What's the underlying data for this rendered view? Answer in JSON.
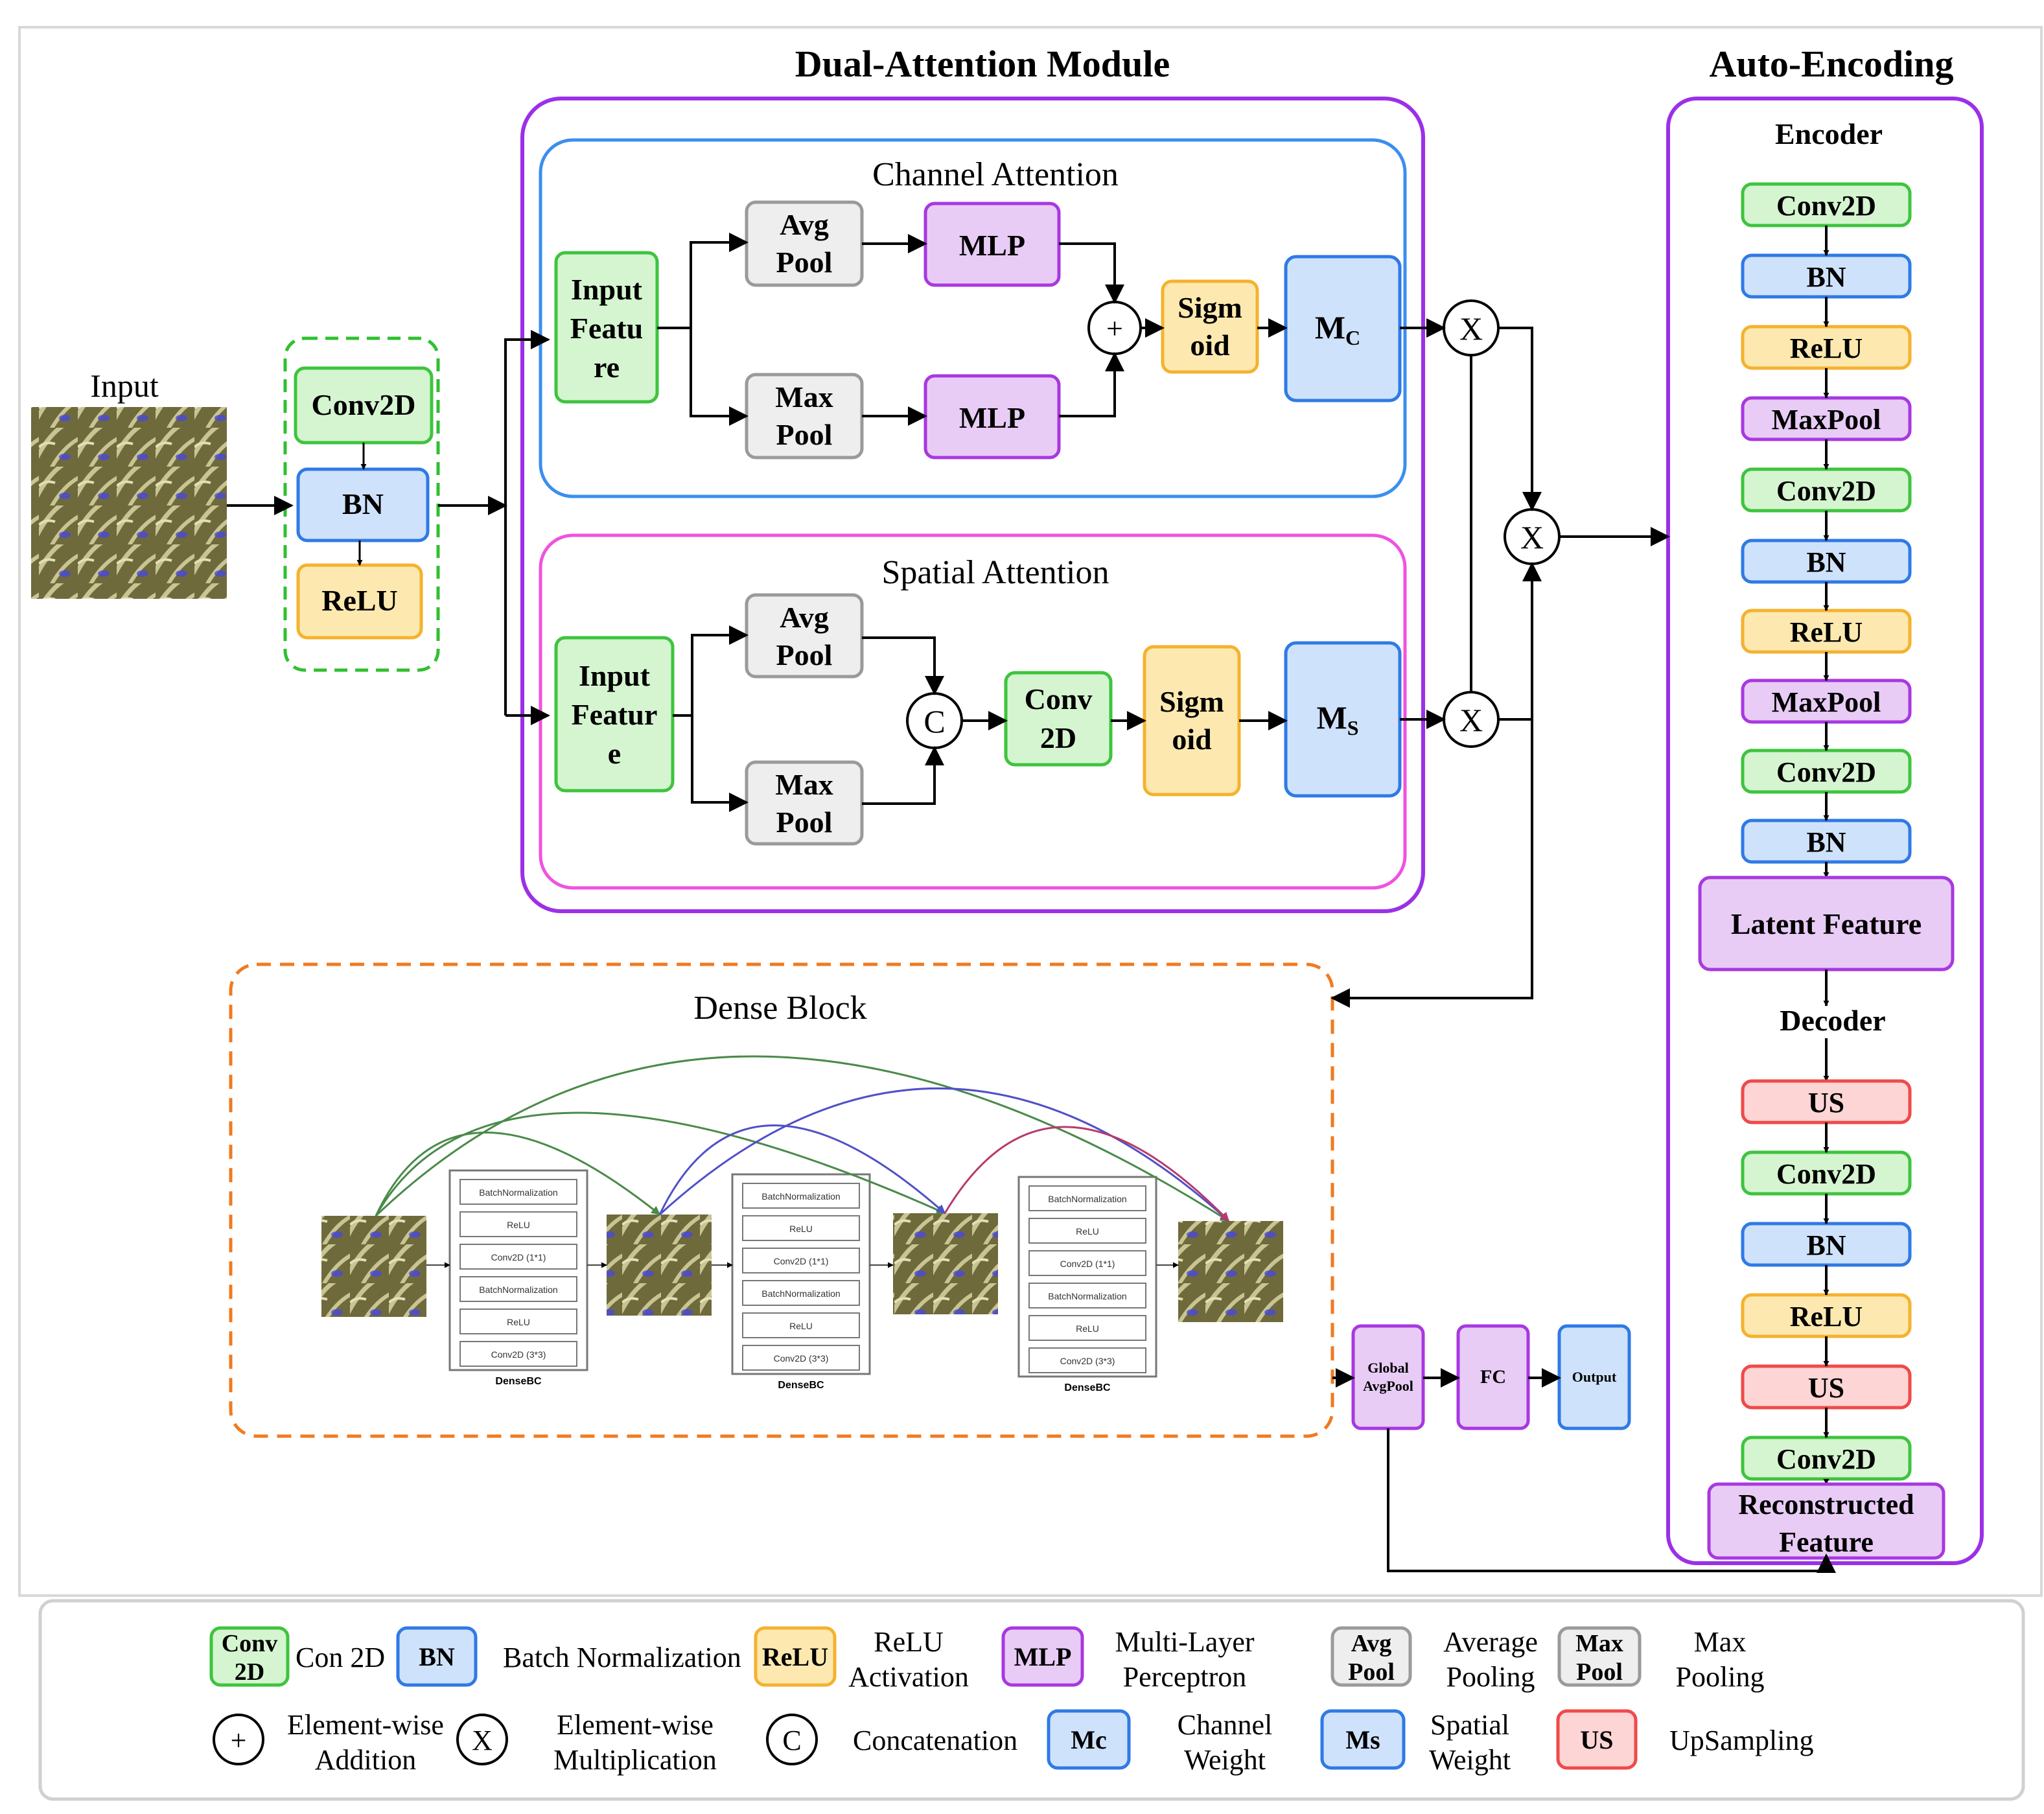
{
  "colors": {
    "green_fill": "#d5f5d0",
    "green_stroke": "#3ec43e",
    "blue_fill": "#cfe2fb",
    "blue_stroke": "#2f7ae5",
    "yellow_fill": "#fde9b0",
    "yellow_stroke": "#f5b22f",
    "purple_fill": "#e8ccf5",
    "purple_stroke": "#a838e0",
    "gray_fill": "#eeeeee",
    "gray_stroke": "#9a9a9a",
    "red_fill": "#fdd5d5",
    "red_stroke": "#ef4a4a",
    "dual_attention_stroke": "#9b30e8",
    "channel_stroke": "#3a8ef0",
    "spatial_stroke": "#f052e0",
    "autoenc_stroke": "#9b30e8",
    "dense_stroke": "#f07a20",
    "stem_stroke": "#30c030",
    "texture_a": "#6f6a3c",
    "texture_b": "#c9c592",
    "texture_c": "#4a4ad8"
  },
  "titles": {
    "dual_attention": "Dual-Attention Module",
    "auto_encoding": "Auto-Encoding",
    "channel_attention": "Channel Attention",
    "spatial_attention": "Spatial Attention",
    "dense_block": "Dense Block",
    "input": "Input"
  },
  "stem": {
    "conv2d": "Conv2D",
    "bn": "BN",
    "relu": "ReLU"
  },
  "channel": {
    "input_feature": [
      "Input",
      "Featu",
      "re"
    ],
    "avg_pool": [
      "Avg",
      "Pool"
    ],
    "max_pool": [
      "Max",
      "Pool"
    ],
    "mlp_top": "MLP",
    "mlp_bottom": "MLP",
    "plus": "+",
    "sigmoid": [
      "Sigm",
      "oid"
    ],
    "weight_main": "M",
    "weight_sub": "C"
  },
  "spatial": {
    "input_feature": [
      "Input",
      "Featur",
      "e"
    ],
    "avg_pool": [
      "Avg",
      "Pool"
    ],
    "max_pool": [
      "Max",
      "Pool"
    ],
    "concat": "C",
    "conv2d": [
      "Conv",
      "2D"
    ],
    "sigmoid": [
      "Sigm",
      "oid"
    ],
    "weight_main": "M",
    "weight_sub": "S"
  },
  "multiply": "X",
  "autoencoder": {
    "encoder_label": "Encoder",
    "decoder_label": "Decoder",
    "encoder": [
      "Conv2D",
      "BN",
      "ReLU",
      "MaxPool",
      "Conv2D",
      "BN",
      "ReLU",
      "MaxPool",
      "Conv2D",
      "BN"
    ],
    "latent": "Latent Feature",
    "decoder": [
      "US",
      "Conv2D",
      "BN",
      "ReLU",
      "US",
      "Conv2D"
    ],
    "reconstructed": [
      "Reconstructed",
      "Feature"
    ]
  },
  "dense": {
    "densebc_layers": [
      "BatchNormalization",
      "ReLU",
      "Conv2D (1*1)",
      "BatchNormalization",
      "ReLU",
      "Conv2D (3*3)"
    ],
    "densebc_label": "DenseBC"
  },
  "head": {
    "global_avgpool": [
      "Global",
      "AvgPool"
    ],
    "fc": "FC",
    "output": "Output"
  },
  "legend": {
    "items": [
      {
        "symbol": [
          "Conv",
          "2D"
        ],
        "desc": [
          "Con 2D"
        ]
      },
      {
        "symbol": [
          "BN"
        ],
        "desc": [
          "Batch Normalization"
        ]
      },
      {
        "symbol": [
          "ReLU"
        ],
        "desc": [
          "ReLU",
          "Activation"
        ]
      },
      {
        "symbol": [
          "MLP"
        ],
        "desc": [
          "Multi-Layer",
          "Perceptron"
        ]
      },
      {
        "symbol": [
          "Avg",
          "Pool"
        ],
        "desc": [
          "Average",
          "Pooling"
        ]
      },
      {
        "symbol": [
          "Max",
          "Pool"
        ],
        "desc": [
          "Max",
          "Pooling"
        ]
      },
      {
        "symbol": [
          "+"
        ],
        "desc": [
          "Element-wise",
          "Addition"
        ]
      },
      {
        "symbol": [
          "X"
        ],
        "desc": [
          "Element-wise",
          "Multiplication"
        ]
      },
      {
        "symbol": [
          "C"
        ],
        "desc": [
          "Concatenation"
        ]
      },
      {
        "symbol": [
          "Mc"
        ],
        "desc": [
          "Channel",
          "Weight"
        ]
      },
      {
        "symbol": [
          "Ms"
        ],
        "desc": [
          "Spatial",
          "Weight"
        ]
      },
      {
        "symbol": [
          "US"
        ],
        "desc": [
          "UpSampling"
        ]
      }
    ]
  }
}
